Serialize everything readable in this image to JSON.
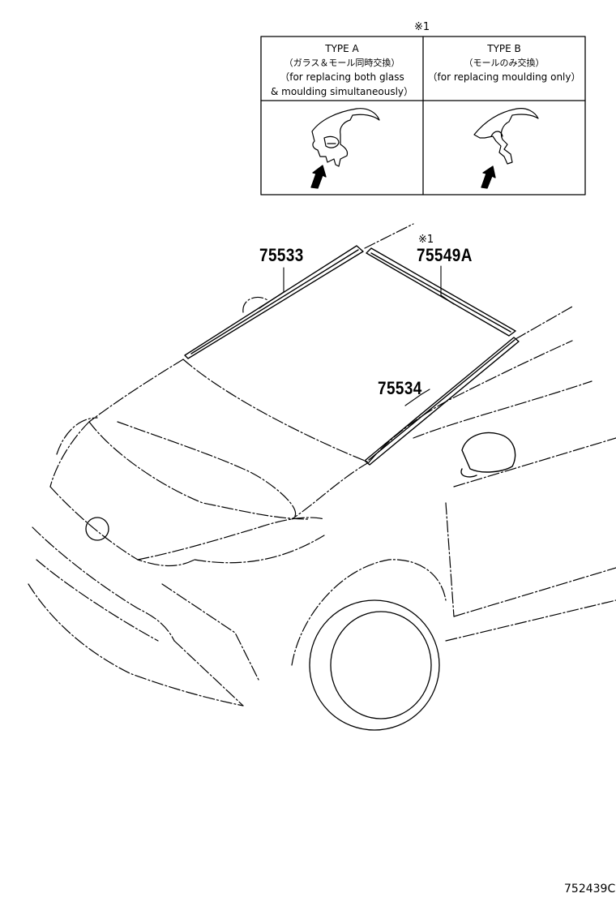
{
  "legend_table": {
    "note_mark": "※1",
    "type_a": {
      "title": "TYPE A",
      "jp": "（ガラス＆モール同時交換）",
      "en_line1": "（for replacing both glass",
      "en_line2": "& moulding simultaneously）"
    },
    "type_b": {
      "title": "TYPE B",
      "jp": "（モールのみ交換）",
      "en_line1": "（for replacing moulding only）"
    }
  },
  "parts": {
    "p1": "75533",
    "p2_mark": "※1",
    "p2": "75549A",
    "p3": "75534"
  },
  "illustration_code": "752439C"
}
